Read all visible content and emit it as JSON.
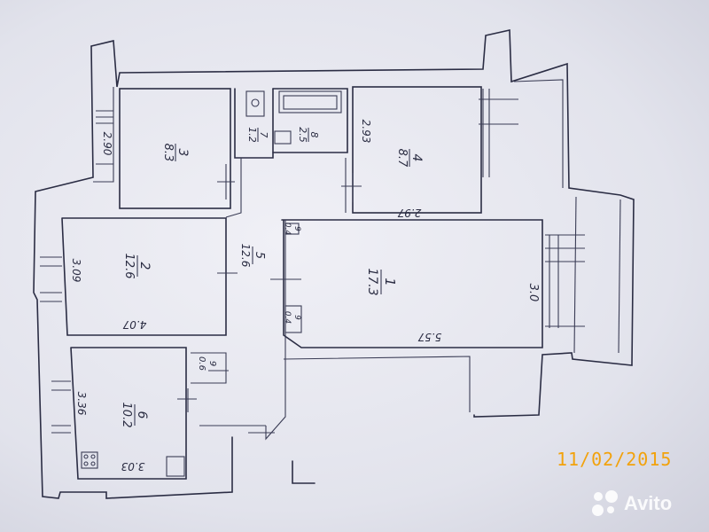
{
  "plan": {
    "rooms": [
      {
        "id": "3",
        "number": "3",
        "area": "8.3",
        "width": "2.90"
      },
      {
        "id": "4",
        "number": "4",
        "area": "8.7",
        "width": "2.93",
        "length": "2.97"
      },
      {
        "id": "7",
        "number": "7",
        "area": "1.2"
      },
      {
        "id": "8",
        "number": "8",
        "area": "2.5"
      },
      {
        "id": "2",
        "number": "2",
        "area": "12.6",
        "width": "3.09",
        "length": "4.07"
      },
      {
        "id": "5",
        "number": "5",
        "area": "12.6"
      },
      {
        "id": "1",
        "number": "1",
        "area": "17.3",
        "width": "3.0",
        "length": "5.57"
      },
      {
        "id": "6",
        "number": "6",
        "area": "10.2",
        "width": "3.36",
        "length": "3.03"
      },
      {
        "id": "9a",
        "number": "9",
        "area": "0.4"
      },
      {
        "id": "9b",
        "number": "9",
        "area": "0.4"
      },
      {
        "id": "9c",
        "number": "9",
        "area": "0.6"
      }
    ]
  },
  "stamp": {
    "date": "11/02/2015",
    "color": "#f2a20c"
  },
  "watermark": {
    "brand": "Avito",
    "color": "#ffffff"
  }
}
